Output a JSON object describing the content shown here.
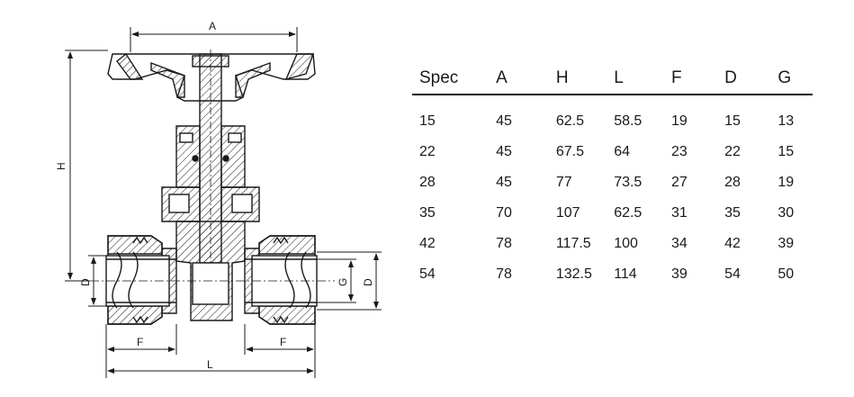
{
  "drawing": {
    "dimension_labels": {
      "A": "A",
      "H": "H",
      "D_left": "D",
      "G": "G",
      "D_right": "D",
      "F_left": "F",
      "F_right": "F",
      "L": "L"
    }
  },
  "table": {
    "headers": [
      "Spec",
      "A",
      "H",
      "L",
      "F",
      "D",
      "G"
    ],
    "rows": [
      [
        "15",
        "45",
        "62.5",
        "58.5",
        "19",
        "15",
        "13"
      ],
      [
        "22",
        "45",
        "67.5",
        "64",
        "23",
        "22",
        "15"
      ],
      [
        "28",
        "45",
        "77",
        "73.5",
        "27",
        "28",
        "19"
      ],
      [
        "35",
        "70",
        "107",
        "62.5",
        "31",
        "35",
        "30"
      ],
      [
        "42",
        "78",
        "117.5",
        "100",
        "34",
        "42",
        "39"
      ],
      [
        "54",
        "78",
        "132.5",
        "114",
        "39",
        "54",
        "50"
      ]
    ]
  },
  "colors": {
    "line": "#1a1a1a",
    "hatch": "#1a1a1a",
    "background": "#ffffff"
  }
}
